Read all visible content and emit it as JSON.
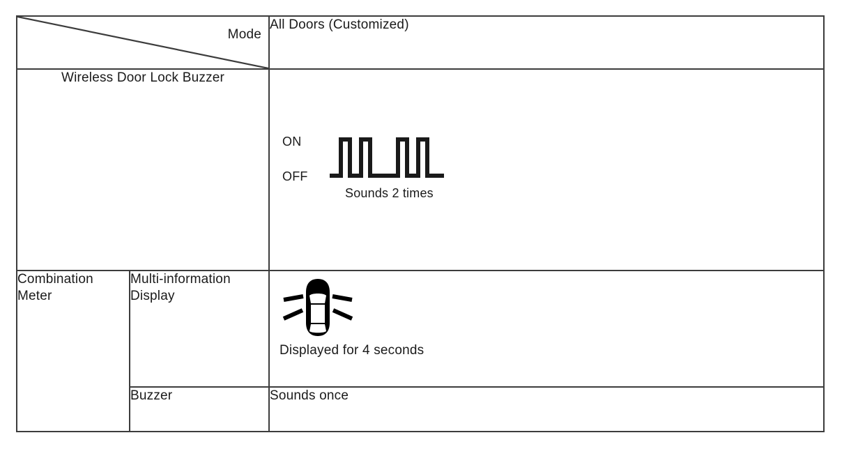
{
  "table": {
    "header": {
      "corner_label": "Mode",
      "mode_value": "All Doors (Customized)"
    },
    "rows": [
      {
        "label": "Wireless Door Lock Buzzer",
        "diagram": {
          "on_label": "ON",
          "off_label": "OFF",
          "caption": "Sounds 2 times"
        }
      },
      {
        "group_label": "Combination Meter",
        "sub_rows": [
          {
            "label": "Multi-information Display",
            "icon": "car-top-view-flash-icon",
            "caption": "Displayed for 4 seconds"
          },
          {
            "label": "Buzzer",
            "value": "Sounds once"
          }
        ]
      }
    ]
  },
  "colors": {
    "border": "#3c3c3c",
    "text": "#1a1a1a",
    "background": "#ffffff",
    "waveform": "#1a1a1a",
    "icon": "#000000"
  }
}
